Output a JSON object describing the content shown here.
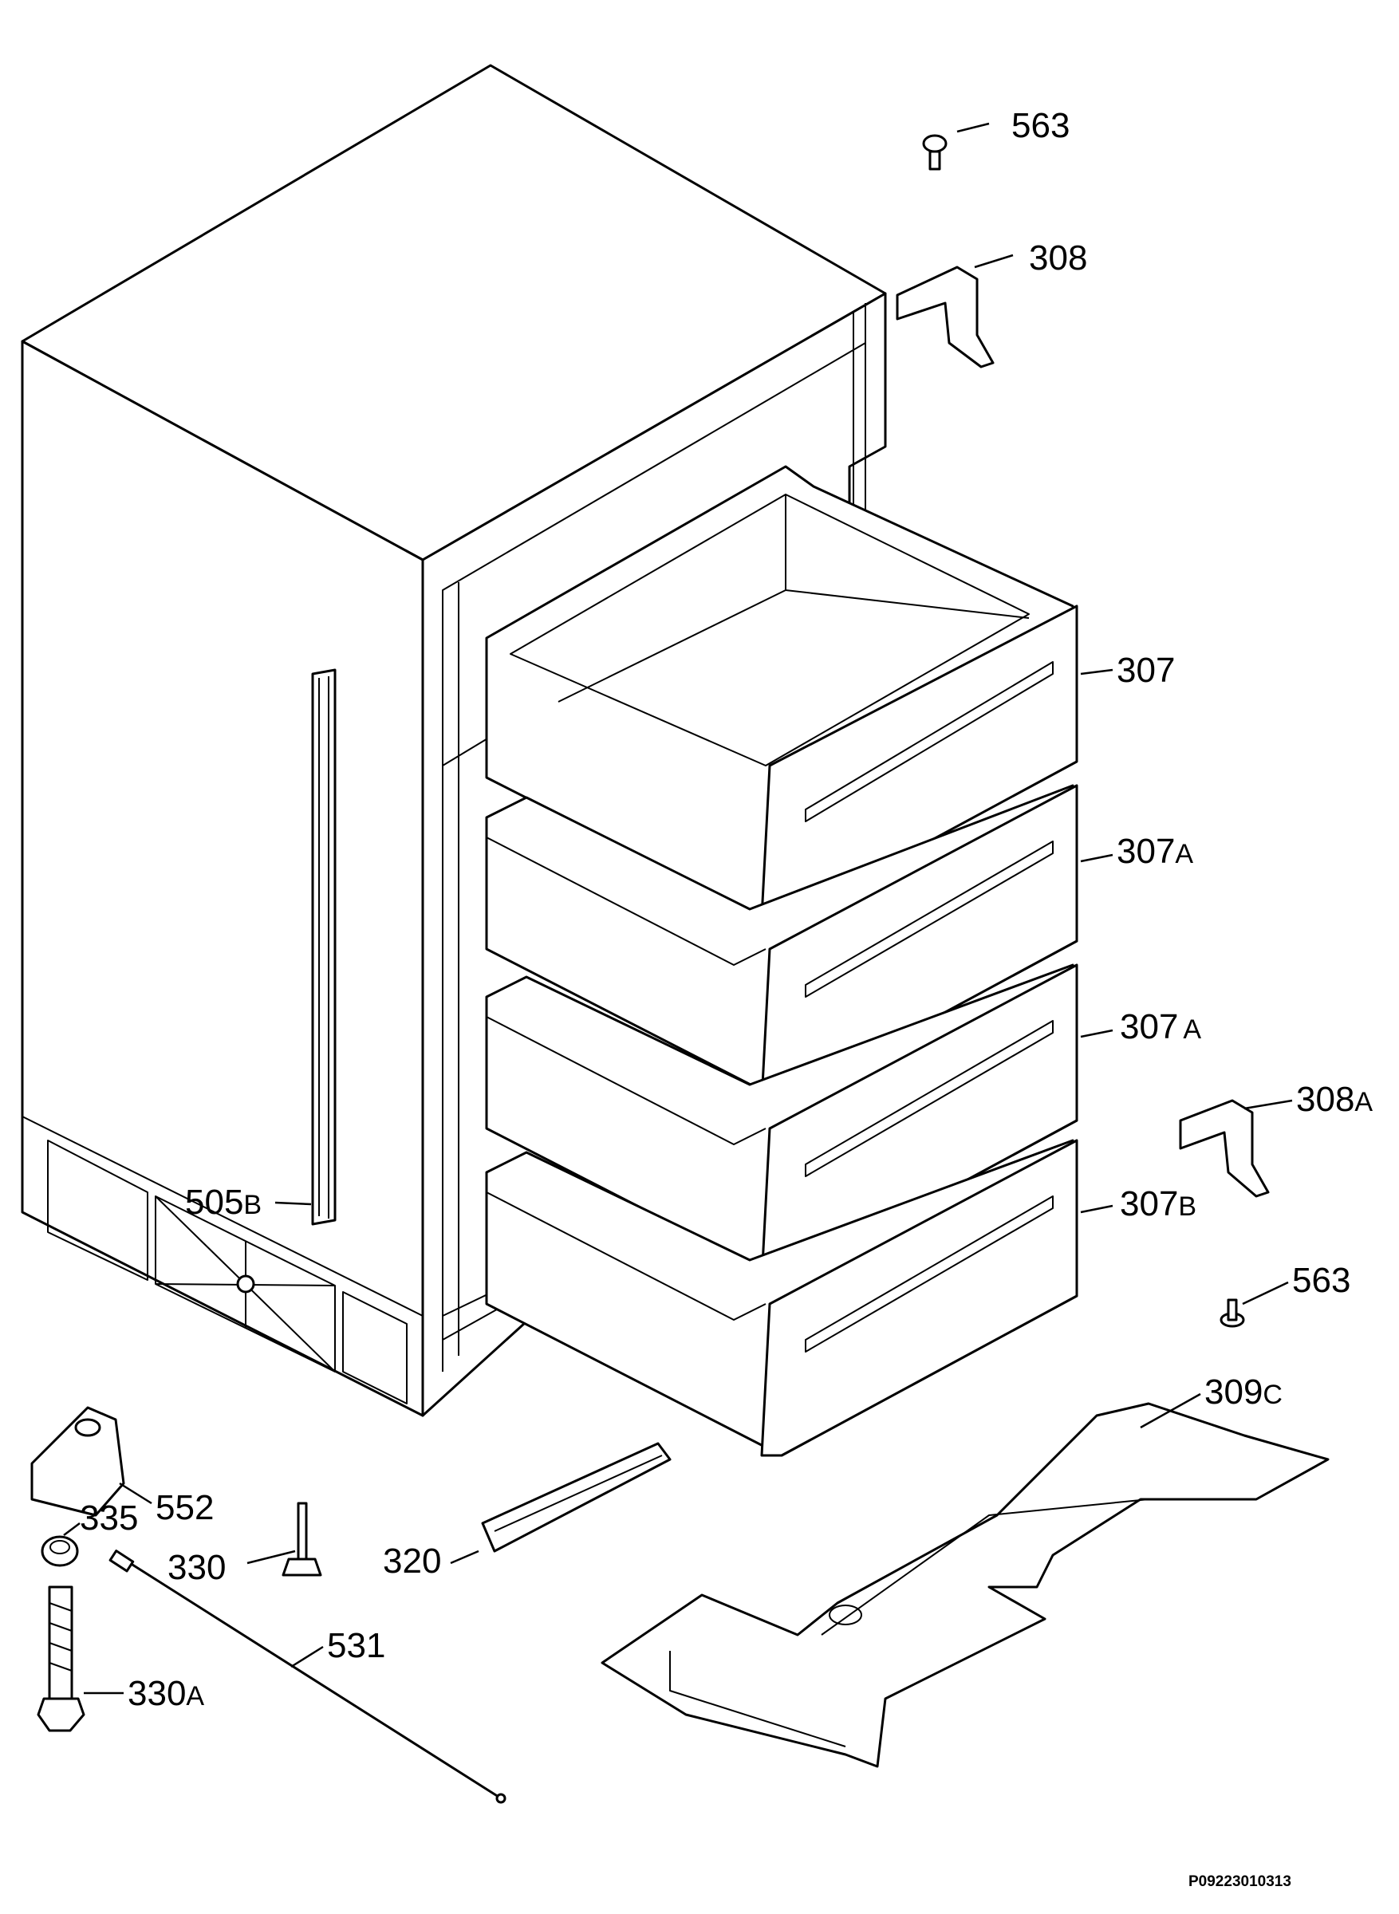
{
  "diagram": {
    "drawing_code": "P09223010313",
    "callouts": [
      {
        "id": "563-top",
        "number": "563",
        "suffix": ""
      },
      {
        "id": "308",
        "number": "308",
        "suffix": ""
      },
      {
        "id": "307",
        "number": "307",
        "suffix": ""
      },
      {
        "id": "307A-1",
        "number": "307",
        "suffix": "A"
      },
      {
        "id": "307A-2",
        "number": "307",
        "suffix": "A"
      },
      {
        "id": "308A",
        "number": "308",
        "suffix": "A"
      },
      {
        "id": "307B",
        "number": "307",
        "suffix": "B"
      },
      {
        "id": "563-bottom",
        "number": "563",
        "suffix": ""
      },
      {
        "id": "505B",
        "number": "505",
        "suffix": "B"
      },
      {
        "id": "309C",
        "number": "309",
        "suffix": "C"
      },
      {
        "id": "552",
        "number": "552",
        "suffix": ""
      },
      {
        "id": "335",
        "number": "335",
        "suffix": ""
      },
      {
        "id": "330",
        "number": "330",
        "suffix": ""
      },
      {
        "id": "320",
        "number": "320",
        "suffix": ""
      },
      {
        "id": "531",
        "number": "531",
        "suffix": ""
      },
      {
        "id": "330A",
        "number": "330",
        "suffix": "A"
      }
    ]
  }
}
